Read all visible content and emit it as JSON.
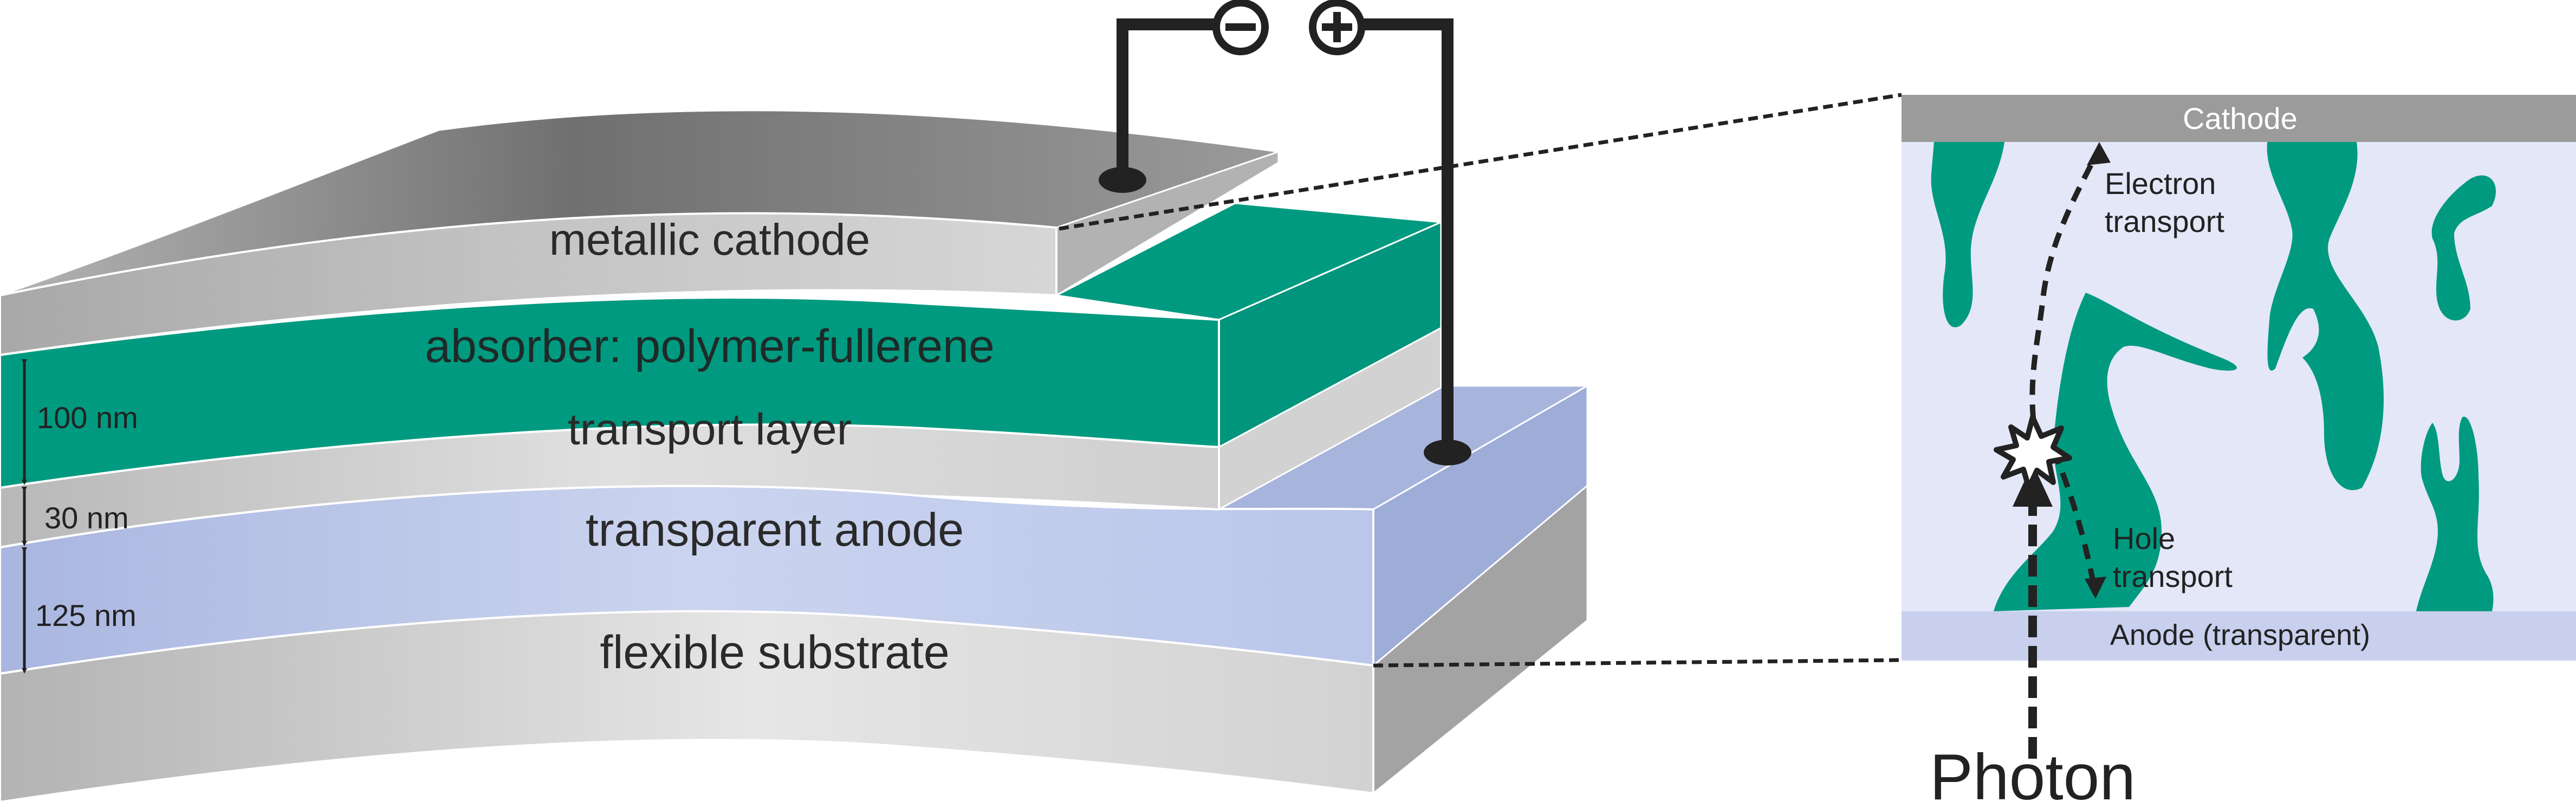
{
  "layers": {
    "cathode": "metallic cathode",
    "absorber": "absorber: polymer-fullerene",
    "transport": "transport layer",
    "anode": "transparent anode",
    "substrate": "flexible substrate"
  },
  "dimensions": {
    "absorber_thickness": "100 nm",
    "transport_thickness": "30 nm",
    "anode_thickness": "125 nm"
  },
  "terminals": {
    "negative": "negative-sign-icon",
    "positive": "positive-sign-icon"
  },
  "inset": {
    "cathode": "Cathode",
    "electron_line1": "Electron",
    "electron_line2": "transport",
    "hole_line1": "Hole",
    "hole_line2": "transport",
    "anode": "Anode (transparent)",
    "photon": "Photon"
  },
  "colors": {
    "absorber": "#009a80",
    "anode": "#b4c2e6",
    "cathode": "#9a9a9a",
    "inset_background": "#e3e7f7",
    "inset_anode_band": "#c8d0ee",
    "wire": "#222222"
  }
}
